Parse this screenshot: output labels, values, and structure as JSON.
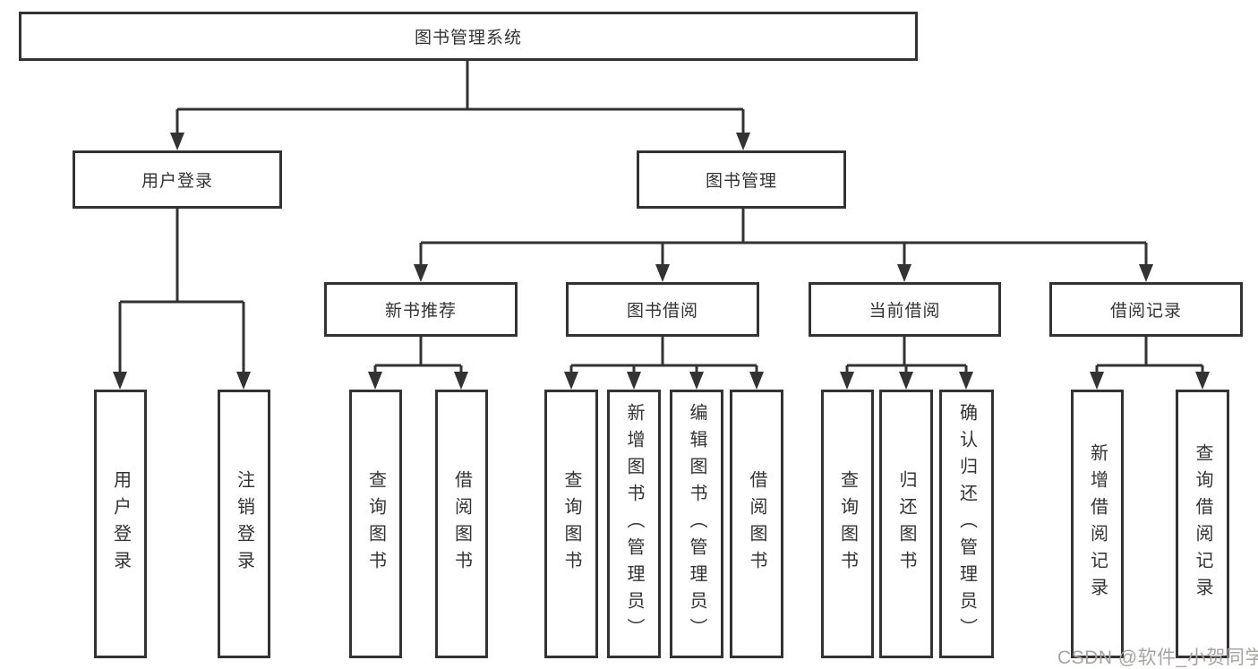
{
  "tree": {
    "root": {
      "label": "图书管理系统",
      "children": [
        {
          "label": "用户登录",
          "children": [
            {
              "label": "用户登录"
            },
            {
              "label": "注销登录"
            }
          ]
        },
        {
          "label": "图书管理",
          "children": [
            {
              "label": "新书推荐",
              "children": [
                {
                  "label": "查询图书"
                },
                {
                  "label": "借阅图书"
                }
              ]
            },
            {
              "label": "图书借阅",
              "children": [
                {
                  "label": "查询图书"
                },
                {
                  "label": "新增图书（管理员）"
                },
                {
                  "label": "编辑图书（管理员）"
                },
                {
                  "label": "借阅图书"
                }
              ]
            },
            {
              "label": "当前借阅",
              "children": [
                {
                  "label": "查询图书"
                },
                {
                  "label": "归还图书"
                },
                {
                  "label": "确认归还（管理员）"
                }
              ]
            },
            {
              "label": "借阅记录",
              "children": [
                {
                  "label": "新增借阅记录"
                },
                {
                  "label": "查询借阅记录"
                }
              ]
            }
          ]
        }
      ]
    }
  },
  "watermark": {
    "text": "CSDN @软件_小贺同学",
    "color": "#aba1a1"
  },
  "colors": {
    "line": "#333333",
    "text": "#333333",
    "background": "#ffffff"
  }
}
